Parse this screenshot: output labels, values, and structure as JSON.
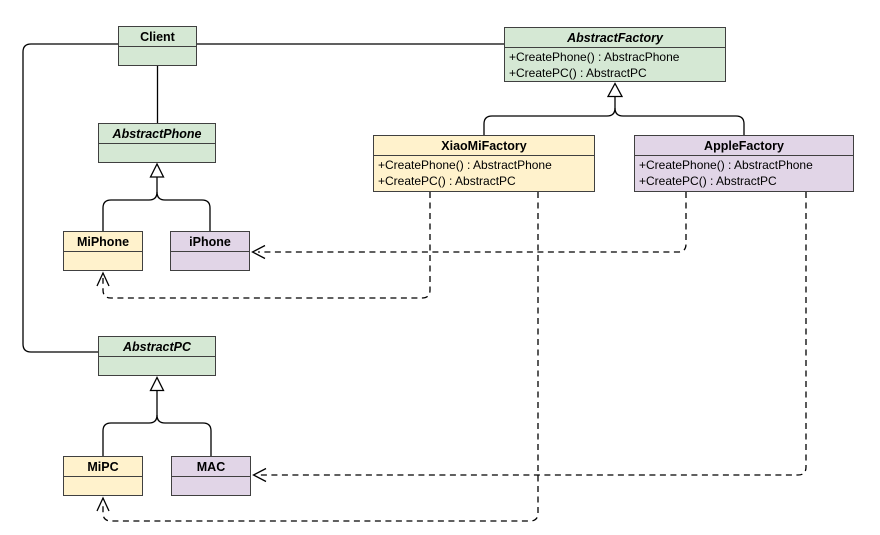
{
  "diagram": {
    "background": "#ffffff",
    "colors": {
      "abstract_fill": "#d5e8d4",
      "xiaomi_fill": "#fff2cc",
      "apple_fill": "#e1d5e7",
      "box_stroke": "#404040",
      "line": "#000000"
    },
    "classes": [
      {
        "name": "Client",
        "scheme": "green",
        "abstract": false,
        "methods": []
      },
      {
        "name": "AbstractFactory",
        "scheme": "green",
        "abstract": true,
        "methods": [
          "+CreatePhone() : AbstracPhone",
          "+CreatePC() : AbstractPC"
        ]
      },
      {
        "name": "XiaoMiFactory",
        "scheme": "yellow",
        "abstract": false,
        "methods": [
          "+CreatePhone() : AbstractPhone",
          "+CreatePC() : AbstractPC"
        ]
      },
      {
        "name": "AppleFactory",
        "scheme": "purple",
        "abstract": false,
        "methods": [
          "+CreatePhone() : AbstractPhone",
          "+CreatePC() : AbstractPC"
        ]
      },
      {
        "name": "AbstractPhone",
        "scheme": "green",
        "abstract": true,
        "methods": []
      },
      {
        "name": "MiPhone",
        "scheme": "yellow",
        "abstract": false,
        "methods": []
      },
      {
        "name": "iPhone",
        "scheme": "purple",
        "abstract": false,
        "methods": []
      },
      {
        "name": "AbstractPC",
        "scheme": "green",
        "abstract": true,
        "methods": []
      },
      {
        "name": "MiPC",
        "scheme": "yellow",
        "abstract": false,
        "methods": []
      },
      {
        "name": "MAC",
        "scheme": "purple",
        "abstract": false,
        "methods": []
      }
    ],
    "relationships": [
      {
        "from": "Client",
        "to": "AbstractFactory",
        "type": "association"
      },
      {
        "from": "Client",
        "to": "AbstractPhone",
        "type": "association"
      },
      {
        "from": "Client",
        "to": "AbstractPC",
        "type": "association"
      },
      {
        "from": "XiaoMiFactory",
        "to": "AbstractFactory",
        "type": "generalization"
      },
      {
        "from": "AppleFactory",
        "to": "AbstractFactory",
        "type": "generalization"
      },
      {
        "from": "MiPhone",
        "to": "AbstractPhone",
        "type": "generalization"
      },
      {
        "from": "iPhone",
        "to": "AbstractPhone",
        "type": "generalization"
      },
      {
        "from": "MiPC",
        "to": "AbstractPC",
        "type": "generalization"
      },
      {
        "from": "MAC",
        "to": "AbstractPC",
        "type": "generalization"
      },
      {
        "from": "XiaoMiFactory",
        "to": "MiPhone",
        "type": "dashed-dependency"
      },
      {
        "from": "XiaoMiFactory",
        "to": "MiPC",
        "type": "dashed-dependency"
      },
      {
        "from": "AppleFactory",
        "to": "iPhone",
        "type": "dashed-dependency"
      },
      {
        "from": "AppleFactory",
        "to": "MAC",
        "type": "dashed-dependency"
      }
    ]
  }
}
